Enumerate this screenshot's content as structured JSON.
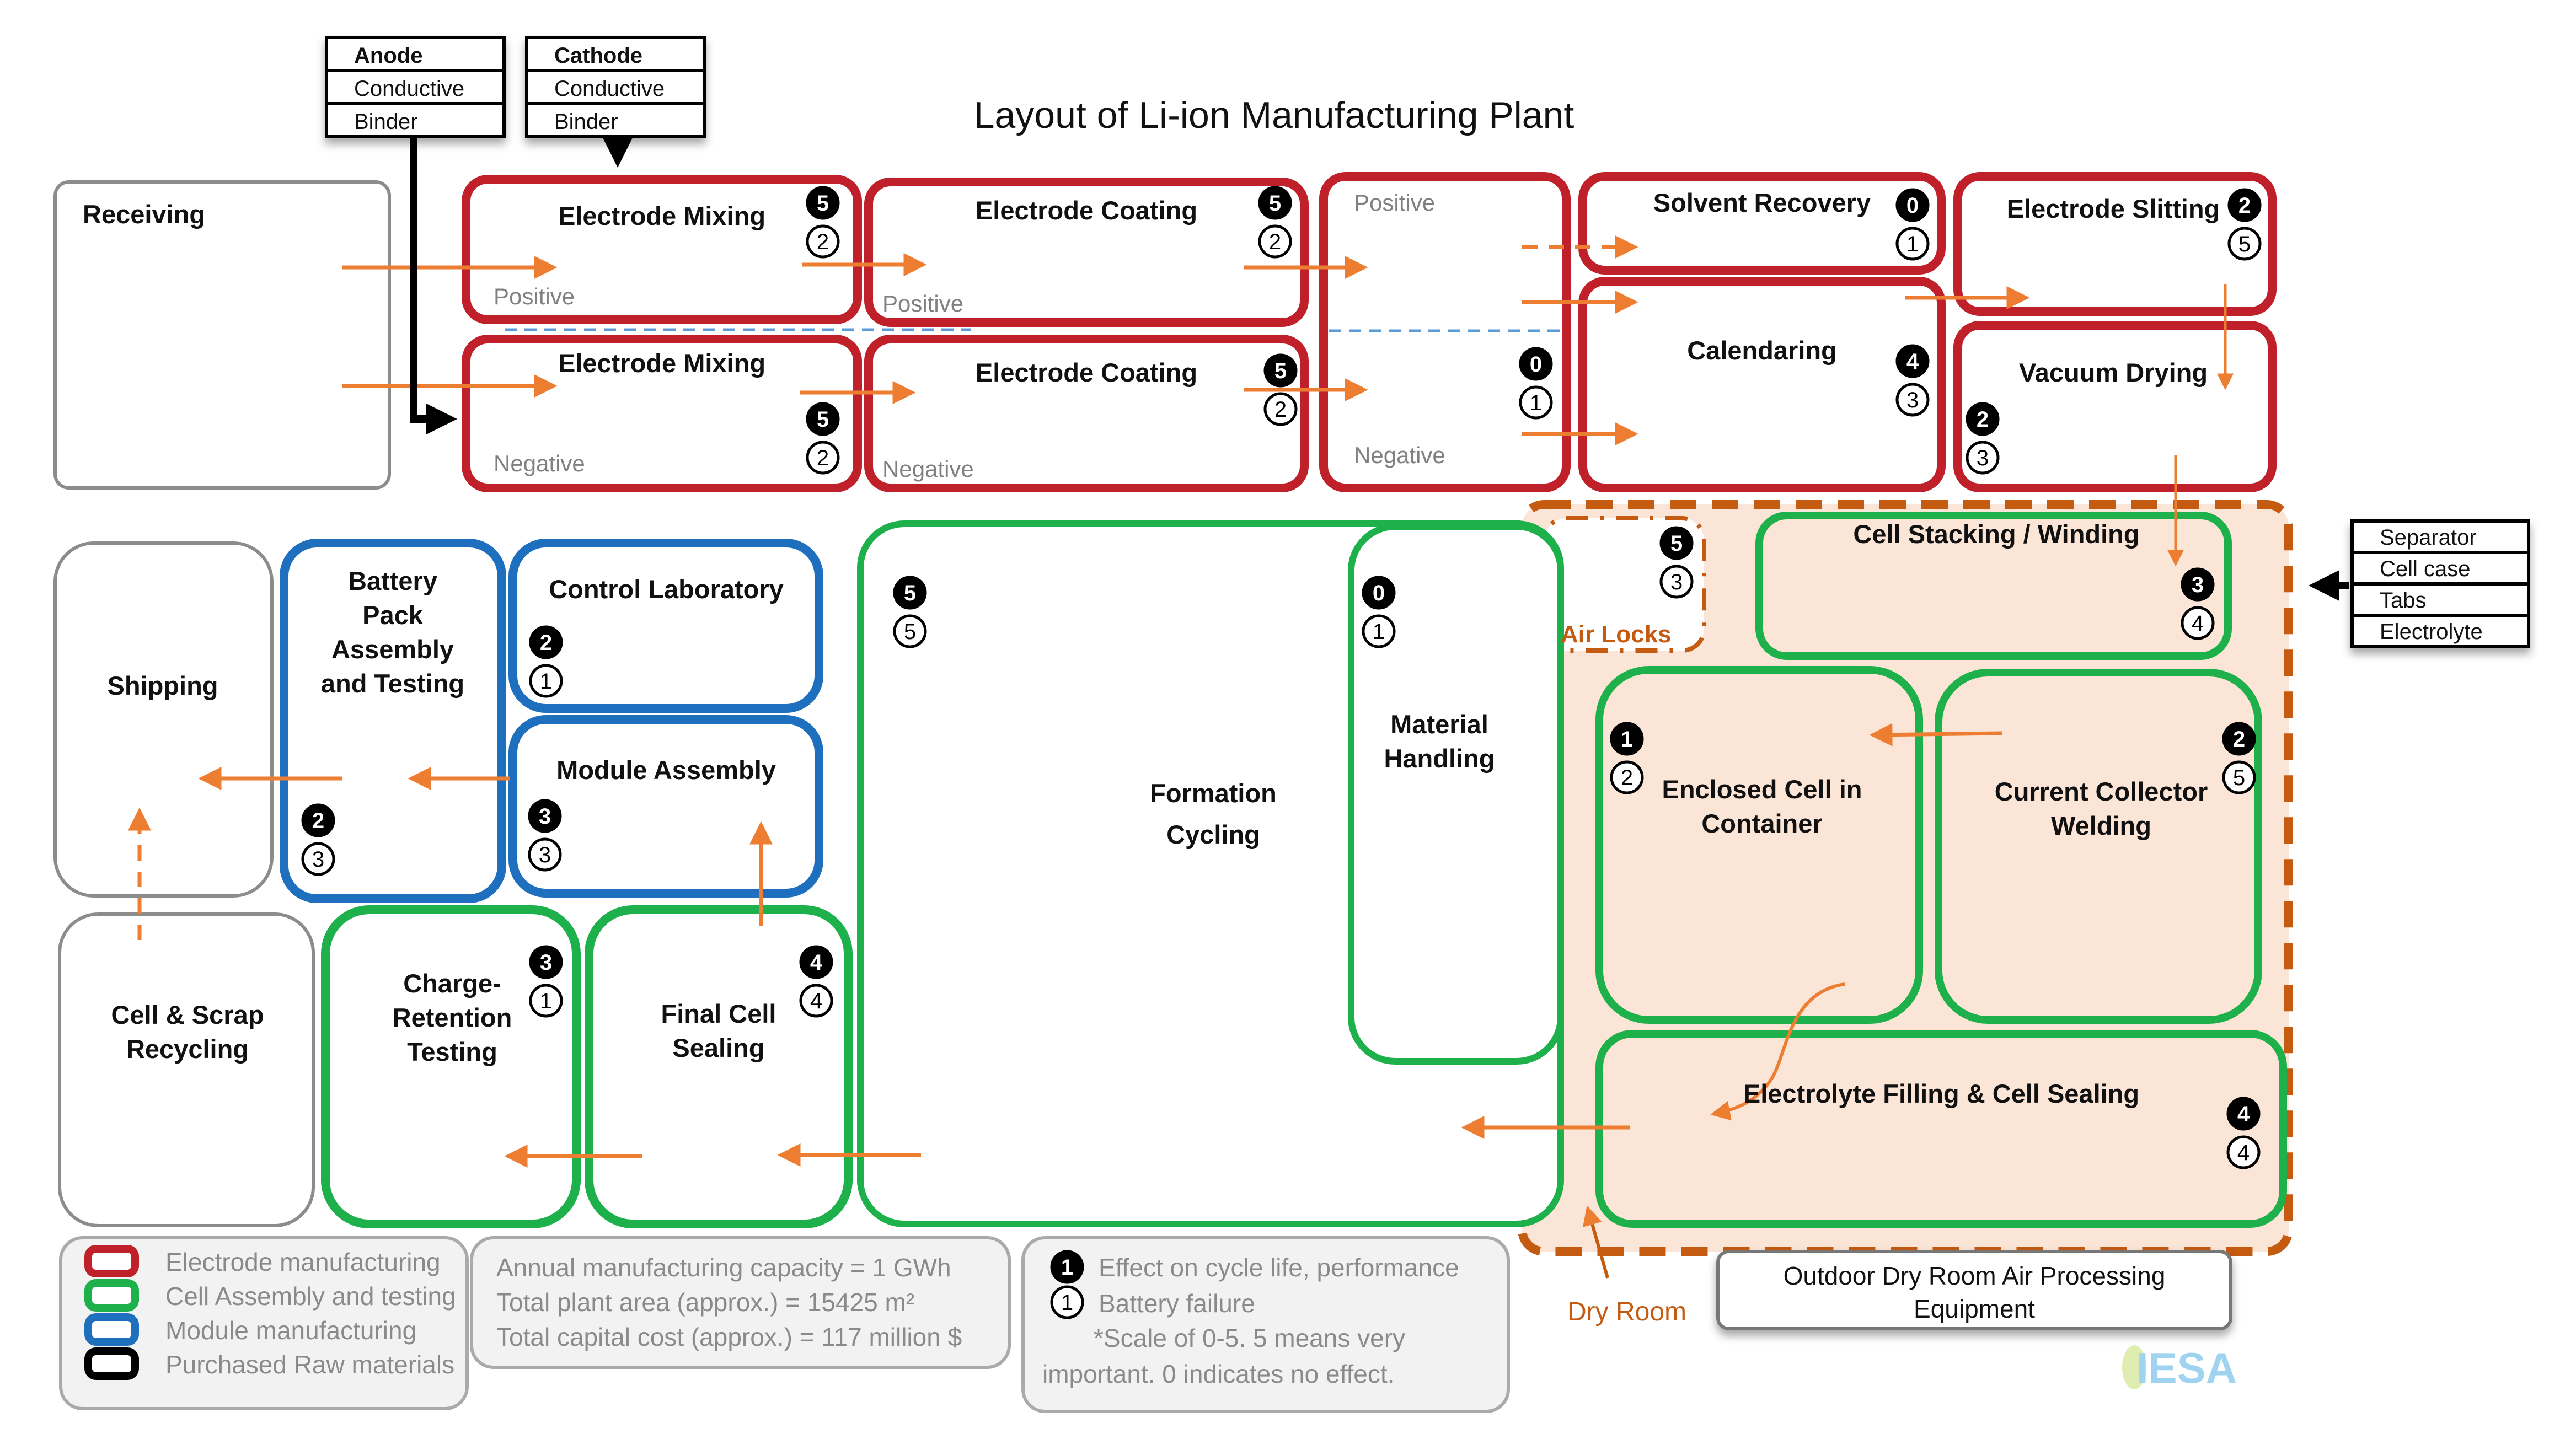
{
  "title": "Layout of Li-ion Manufacturing Plant",
  "colors": {
    "electrode": "#c0202a",
    "cell_assembly": "#1db04b",
    "module": "#1f6fbf",
    "raw": "#000000",
    "neutral": "#8c8c8c",
    "flow_arrow": "#ed7d31",
    "dry_room": "#c55a11",
    "dry_room_fill": "#fbe5d6",
    "divider": "#5b9bd5",
    "legend_bg": "#f2f2f2"
  },
  "raw_materials": {
    "anode": {
      "rows": [
        "Anode",
        "Conductive",
        "Binder"
      ]
    },
    "cathode": {
      "rows": [
        "Cathode",
        "Conductive",
        "Binder"
      ]
    },
    "cell_parts": {
      "rows": [
        "Separator",
        "Cell case",
        "Tabs",
        "Electrolyte"
      ]
    }
  },
  "areas": {
    "receiving": {
      "title": "Receiving"
    },
    "mixing_pos": {
      "title": "Electrode Mixing",
      "sub": "Positive",
      "effect": 5,
      "failure": 2
    },
    "mixing_neg": {
      "title": "Electrode Mixing",
      "sub": "Negative",
      "effect": 5,
      "failure": 2
    },
    "coating_pos": {
      "title": "Electrode Coating",
      "sub": "Positive",
      "effect": 5,
      "failure": 2
    },
    "coating_neg": {
      "title": "Electrode Coating",
      "sub": "Negative",
      "effect": 5,
      "failure": 2
    },
    "drying_unit": {
      "sub_top": "Positive",
      "sub_bottom": "Negative",
      "effect": 0,
      "failure": 1
    },
    "solvent_recovery": {
      "title": "Solvent Recovery",
      "effect": 0,
      "failure": 1
    },
    "calendaring": {
      "title": "Calendaring",
      "effect": 4,
      "failure": 3
    },
    "slitting": {
      "title": "Electrode Slitting",
      "effect": 2,
      "failure": 5
    },
    "vacuum_drying": {
      "title": "Vacuum Drying",
      "effect": 2,
      "failure": 3
    },
    "shipping": {
      "title": "Shipping"
    },
    "pack_assembly": {
      "title_lines": [
        "Battery",
        "Pack",
        "Assembly",
        "and Testing"
      ],
      "effect": 2,
      "failure": 3
    },
    "control_lab": {
      "title": "Control Laboratory",
      "effect": 2,
      "failure": 1
    },
    "module_assembly": {
      "title": "Module Assembly",
      "effect": 3,
      "failure": 3
    },
    "recycling": {
      "title_lines": [
        "Cell & Scrap",
        "Recycling"
      ]
    },
    "charge_retention": {
      "title_lines": [
        "Charge-",
        "Retention",
        "Testing"
      ],
      "effect": 3,
      "failure": 1
    },
    "final_sealing": {
      "title_lines": [
        "Final Cell",
        "Sealing"
      ],
      "effect": 4,
      "failure": 4
    },
    "formation": {
      "title_lines": [
        "Formation",
        "Cycling"
      ],
      "effect": 5,
      "failure": 5
    },
    "material_handling": {
      "title_lines": [
        "Material",
        "Handling"
      ],
      "effect": 0,
      "failure": 1
    },
    "air_locks": {
      "title": "Air Locks",
      "effect": 5,
      "failure": 3
    },
    "stacking": {
      "title": "Cell Stacking / Winding",
      "effect": 3,
      "failure": 4
    },
    "enclosed_cell": {
      "title_lines": [
        "Enclosed Cell in",
        "Container"
      ],
      "effect": 1,
      "failure": 2
    },
    "collector_welding": {
      "title_lines": [
        "Current Collector",
        "Welding"
      ],
      "effect": 2,
      "failure": 5
    },
    "electrolyte_filling": {
      "title": "Electrolyte Filling & Cell Sealing",
      "effect": 4,
      "failure": 4
    }
  },
  "dry_room": {
    "label": "Dry Room"
  },
  "outdoor_equipment": {
    "lines": [
      "Outdoor Dry Room Air Processing",
      "Equipment"
    ]
  },
  "legend": {
    "categories": [
      {
        "label": "Electrode manufacturing",
        "color_key": "electrode"
      },
      {
        "label": "Cell Assembly and testing",
        "color_key": "cell_assembly"
      },
      {
        "label": "Module manufacturing",
        "color_key": "module"
      },
      {
        "label": "Purchased Raw materials",
        "color_key": "raw"
      }
    ],
    "stats": [
      "Annual manufacturing capacity = 1 GWh",
      "Total plant area (approx.) = 15425 m²",
      "Total capital cost (approx.) = 117 million $"
    ],
    "scale": {
      "effect_label": "Effect on cycle life, performance",
      "effect_example": 1,
      "failure_label": "Battery failure",
      "failure_example": 1,
      "note_lines": [
        "*Scale of 0-5. 5 means very",
        "important. 0 indicates no effect."
      ]
    }
  },
  "logo": {
    "text": "IESA"
  }
}
